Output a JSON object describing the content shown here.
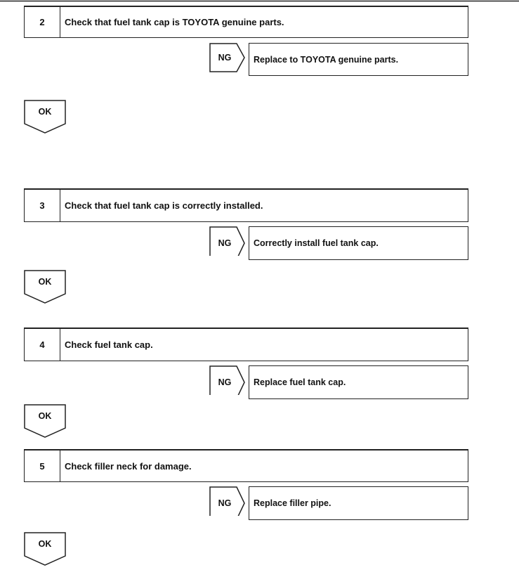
{
  "steps": [
    {
      "number": "2",
      "text": "Check that fuel tank cap is TOYOTA genuine parts.",
      "ng_label": "NG",
      "ng_action": "Replace to TOYOTA genuine parts.",
      "ok_label": "OK"
    },
    {
      "number": "3",
      "text": "Check that fuel tank cap is correctly installed.",
      "ng_label": "NG",
      "ng_action": "Correctly install fuel tank cap.",
      "ok_label": "OK"
    },
    {
      "number": "4",
      "text": "Check fuel tank cap.",
      "ng_label": "NG",
      "ng_action": "Replace fuel tank cap.",
      "ok_label": "OK"
    },
    {
      "number": "5",
      "text": "Check filler neck for damage.",
      "ng_label": "NG",
      "ng_action": "Replace filler pipe.",
      "ok_label": "OK"
    }
  ]
}
